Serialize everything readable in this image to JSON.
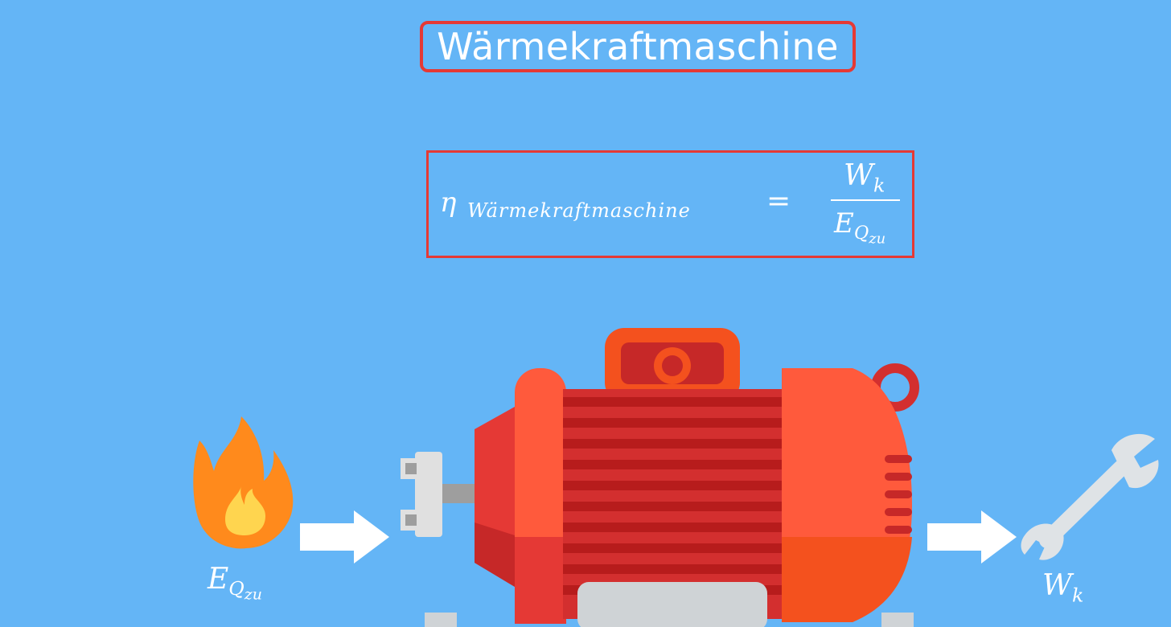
{
  "title": "Wärmekraftmaschine",
  "formula": {
    "lhs_symbol": "η",
    "lhs_subscript": "Wärmekraftmaschine",
    "equals": "=",
    "numerator": "W",
    "numerator_sub": "k",
    "denominator": "E",
    "denominator_sub": "Q",
    "denominator_subsub": "zu"
  },
  "labels": {
    "input": "E",
    "input_sub": "Q",
    "input_subsub": "zu",
    "output": "W",
    "output_sub": "k"
  },
  "colors": {
    "background": "#64b5f6",
    "accent_red": "#e53935",
    "motor_body": "#f4511e",
    "motor_dark": "#c62828",
    "flame_orange": "#ff8a1c",
    "flame_yellow": "#ffd54f",
    "arrow": "#ffffff"
  },
  "icons": [
    "flame-icon",
    "arrow-right-icon",
    "electric-motor-icon",
    "wrench-icon"
  ]
}
